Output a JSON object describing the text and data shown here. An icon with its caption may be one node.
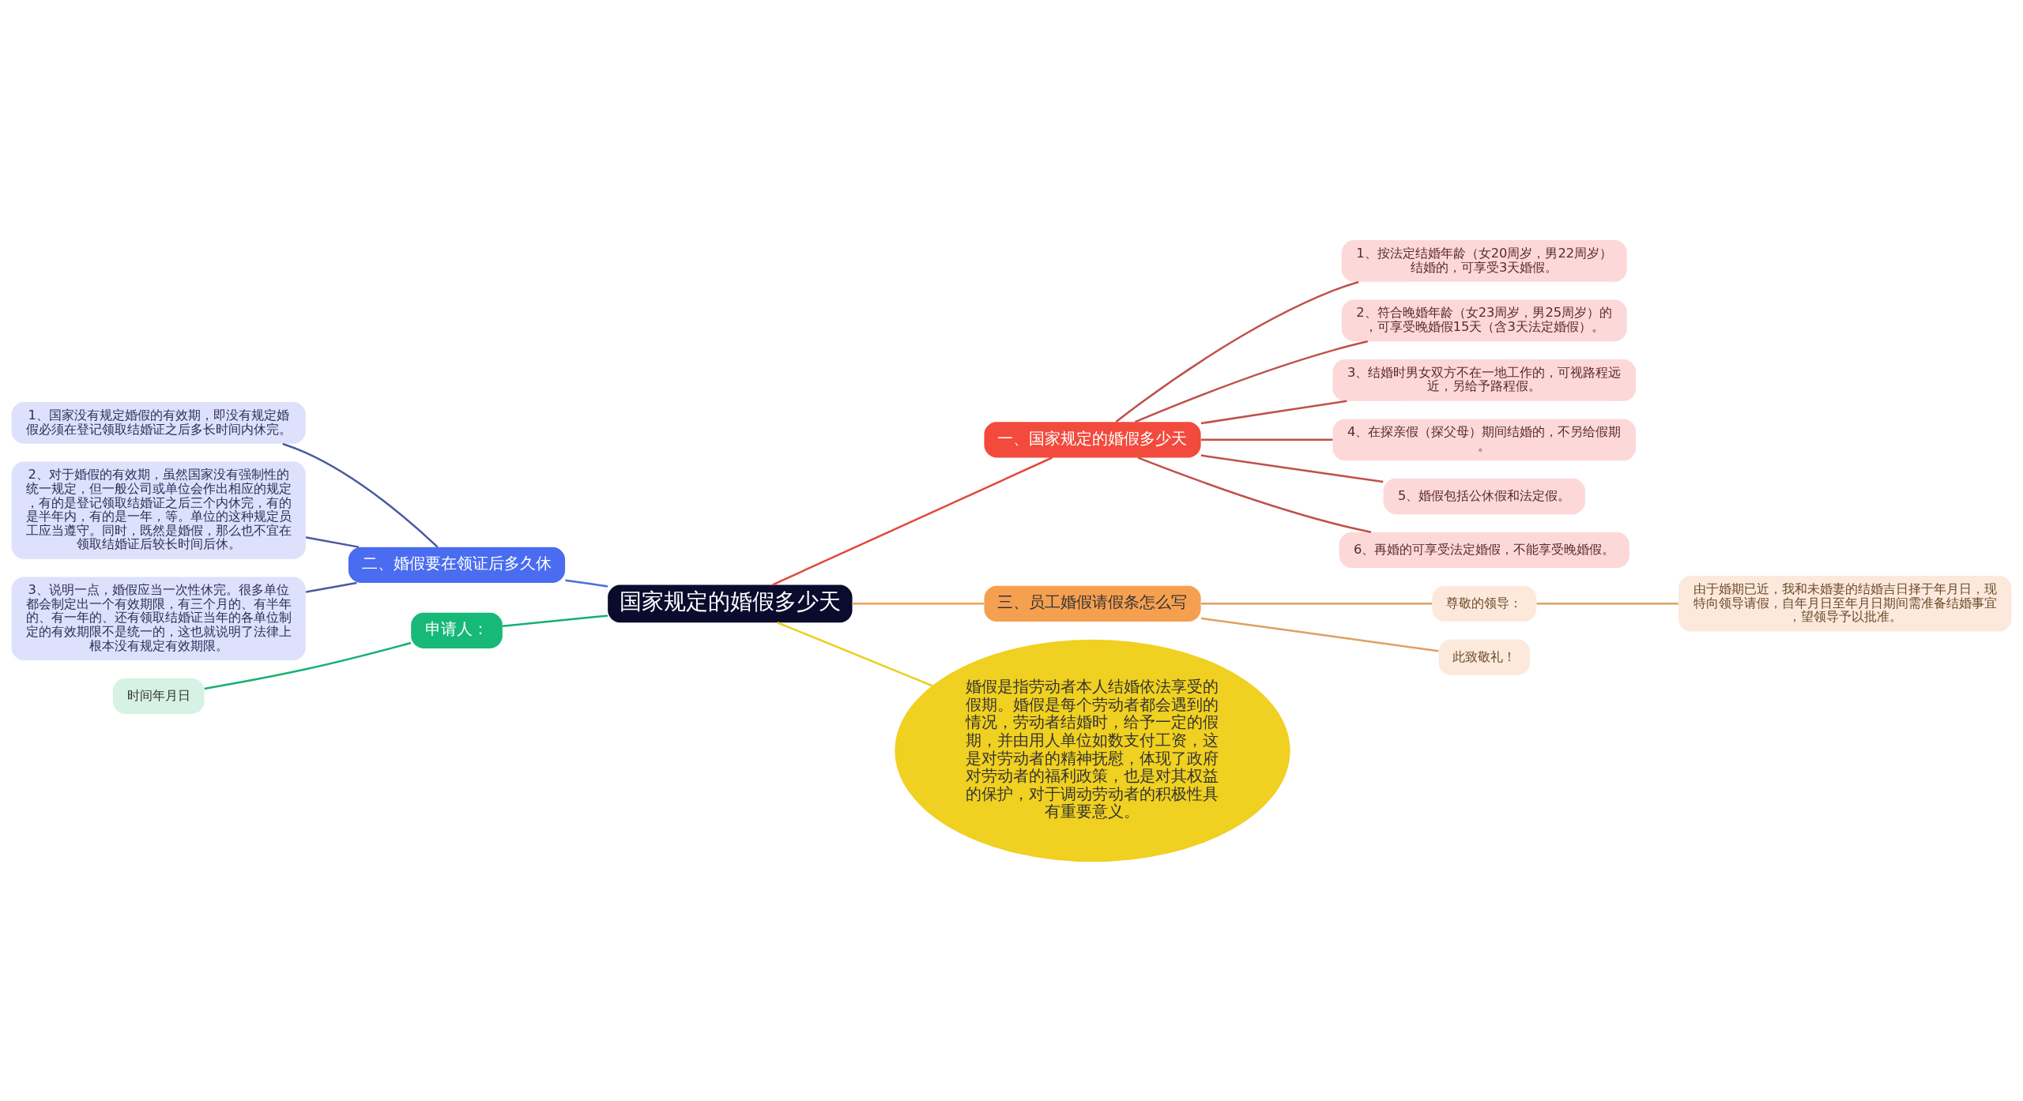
{
  "diagram": {
    "nodes": [
      {
        "text": [
          "国家规定的婚假多少天"
        ]
      },
      {
        "text": [
          "一、国家规定的婚假多少天"
        ]
      },
      {
        "text": [
          "1、按法定结婚年龄（女20周岁，男22周岁）结婚的，可享受3天婚假。"
        ]
      },
      {
        "text": [
          "2、符合晚婚年龄（女23周岁，男25周岁）的，可享受晚婚假15天（含3天法定婚假）。"
        ]
      },
      {
        "text": [
          "3、结婚时男女双方不在一地工作的，可视路程远近，另给予路程假。"
        ]
      },
      {
        "text": [
          "4、在探亲假（探父母）期间结婚的，不另给假期。"
        ]
      },
      {
        "text": [
          "5、婚假包括公休假和法定假。"
        ]
      },
      {
        "text": [
          "6、再婚的可享受法定婚假，不能享受晚婚假。"
        ]
      },
      {
        "text": [
          "二、婚假要在领证后多久休"
        ]
      },
      {
        "text": [
          "1、国家没有规定婚假的有效期，即没有规定婚假必须在登记领取结婚证之后多长时间内休完。"
        ]
      },
      {
        "text": [
          "2、对于婚假的有效期，虽然国家没有强制性的统一规定，但一般公司或单位会作出相应的规定，有的是登记领取结婚证之后三个内休完，有的是半年内，有的是一年，等。单位的这种规定员工应当遵守。同时，既然是婚假，那么也不宜在领取结婚证后较长时间后休。"
        ]
      },
      {
        "text": [
          "3、说明一点，婚假应当一次性休完。很多单位都会制定出一个有效期限，有三个月的、有半年的、有一年的、还有领取结婚证当年的各单位制定的有效期限不是统一的，这也就说明了法律上根本没有规定有效期限。"
        ]
      },
      {
        "text": [
          "三、员工婚假请假条怎么写"
        ]
      },
      {
        "text": [
          "尊敬的领导："
        ]
      },
      {
        "text": [
          "由于婚期已近，我和未婚妻的结婚吉日择于年月日，现特向领导请假，自年月日至年月日期间需准备结婚事宜，望领导予以批准。"
        ]
      },
      {
        "text": [
          "此致敬礼！"
        ]
      },
      {
        "text": [
          "申请人："
        ]
      },
      {
        "text": [
          "时间年月日"
        ]
      },
      {
        "text": [
          "婚假是指劳动者本人结婚依法享受的假期。婚假是每个劳动者都会遇到的情况，劳动者结婚时，给予一定的假期，并由用人单位如数支付工资，这是对劳动者的精神抚慰，体现了政府对劳动者的福利政策，也是对其权益的保护，对于调动劳动者的积极性具有重要意义。"
        ]
      }
    ],
    "edges": [
      {
        "from": 0,
        "to": 1,
        "arrow": "none",
        "color": "#e04a3a"
      },
      {
        "from": 1,
        "to": 2,
        "arrow": "none",
        "color": "#c0504a"
      },
      {
        "from": 1,
        "to": 3,
        "arrow": "none",
        "color": "#c0504a"
      },
      {
        "from": 1,
        "to": 4,
        "arrow": "none",
        "color": "#c0504a"
      },
      {
        "from": 1,
        "to": 5,
        "arrow": "none",
        "color": "#c0504a"
      },
      {
        "from": 1,
        "to": 6,
        "arrow": "none",
        "color": "#c0504a"
      },
      {
        "from": 1,
        "to": 7,
        "arrow": "none",
        "color": "#c0504a"
      },
      {
        "from": 0,
        "to": 8,
        "arrow": "none",
        "color": "#4a6ee0"
      },
      {
        "from": 8,
        "to": 9,
        "arrow": "none",
        "color": "#4a5aa0"
      },
      {
        "from": 8,
        "to": 10,
        "arrow": "none",
        "color": "#4a5aa0"
      },
      {
        "from": 8,
        "to": 11,
        "arrow": "none",
        "color": "#4a5aa0"
      },
      {
        "from": 0,
        "to": 12,
        "arrow": "none",
        "color": "#f0a050"
      },
      {
        "from": 12,
        "to": 13,
        "arrow": "none",
        "color": "#e0a060"
      },
      {
        "from": 13,
        "to": 14,
        "arrow": "none",
        "color": "#e0a060"
      },
      {
        "from": 12,
        "to": 15,
        "arrow": "none",
        "color": "#e0a060"
      },
      {
        "from": 0,
        "to": 16,
        "arrow": "none",
        "color": "#17b070"
      },
      {
        "from": 16,
        "to": 17,
        "arrow": "none",
        "color": "#17b070"
      },
      {
        "from": 0,
        "to": 18,
        "arrow": "none",
        "color": "#e8d020"
      }
    ]
  }
}
